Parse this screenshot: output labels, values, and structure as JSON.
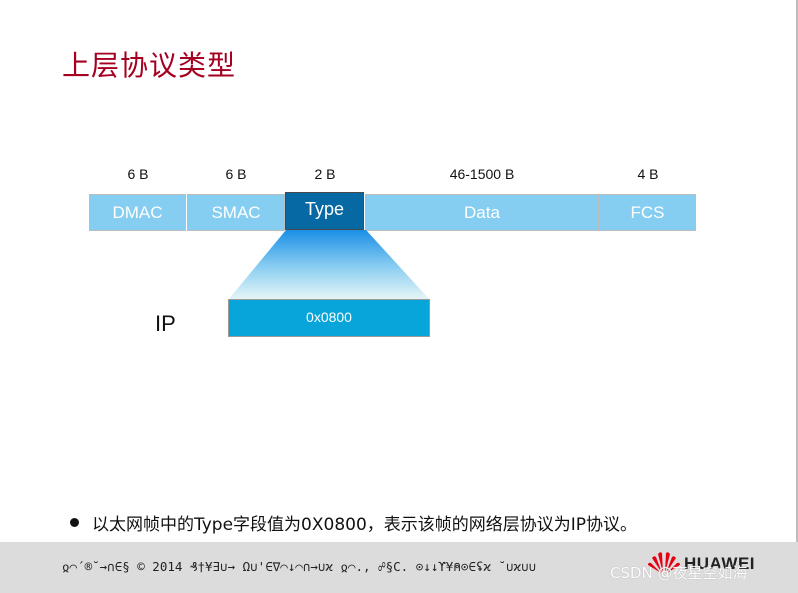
{
  "title": "上层协议类型",
  "frame": {
    "sizes": [
      "6 B",
      "6 B",
      "2 B",
      "46-1500 B",
      "4 B"
    ],
    "fields": [
      "DMAC",
      "SMAC",
      "Type",
      "Data",
      "FCS"
    ]
  },
  "protocol": {
    "label": "IP",
    "value": "0x0800"
  },
  "bullet": "以太网帧中的Type字段值为0X0800，表示该帧的网络层协议为IP协议。",
  "footer": {
    "copyright": "ჲ⌒´®˘→∩∈§ © 2014 ₰†¥∃∪→ Ω∪'∈∇⌒↓⌒∩→∪ϰ ჲ⌒., ☍§C. ⊙↓↓ϒ¥⍝⊙∈ʢϰ ˘∪ϰ∪∪",
    "brand": "HUAWEI",
    "watermark": "CSDN @夜星空如海"
  },
  "colors": {
    "title": "#a50021",
    "field": "#85cef1",
    "type_field": "#0769a3",
    "value_box": "#07a5da",
    "logo": "#e60012"
  }
}
